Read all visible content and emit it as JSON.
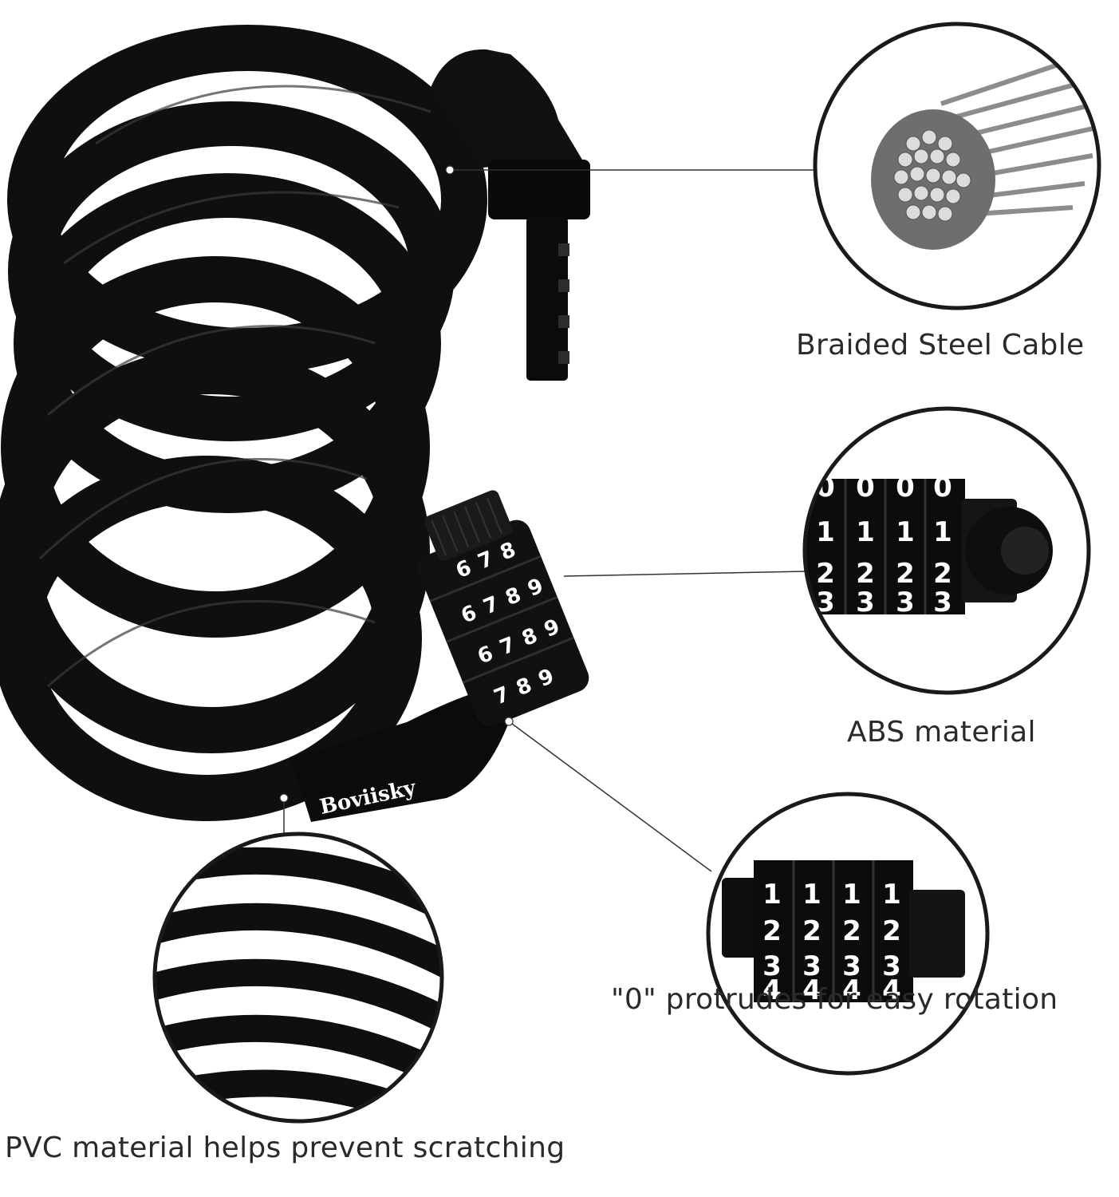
{
  "brand": "Boviisky",
  "features": {
    "cable": "Braided Steel Cable",
    "abs": "ABS material",
    "zero": "\"0\" protrudes for easy rotation",
    "pvc": "PVC material helps prevent scratching"
  },
  "dials": {
    "lock_numbers": [
      "6",
      "7",
      "8",
      "9"
    ],
    "abs_rows": [
      "0",
      "1",
      "2",
      "3"
    ],
    "zero_rows": [
      "1",
      "2",
      "3",
      "4"
    ]
  },
  "colors": {
    "cable": "#0d0d0d",
    "ring": "#1a1a1a",
    "steel": "#9a9a9a",
    "text": "#2a2a2a"
  }
}
